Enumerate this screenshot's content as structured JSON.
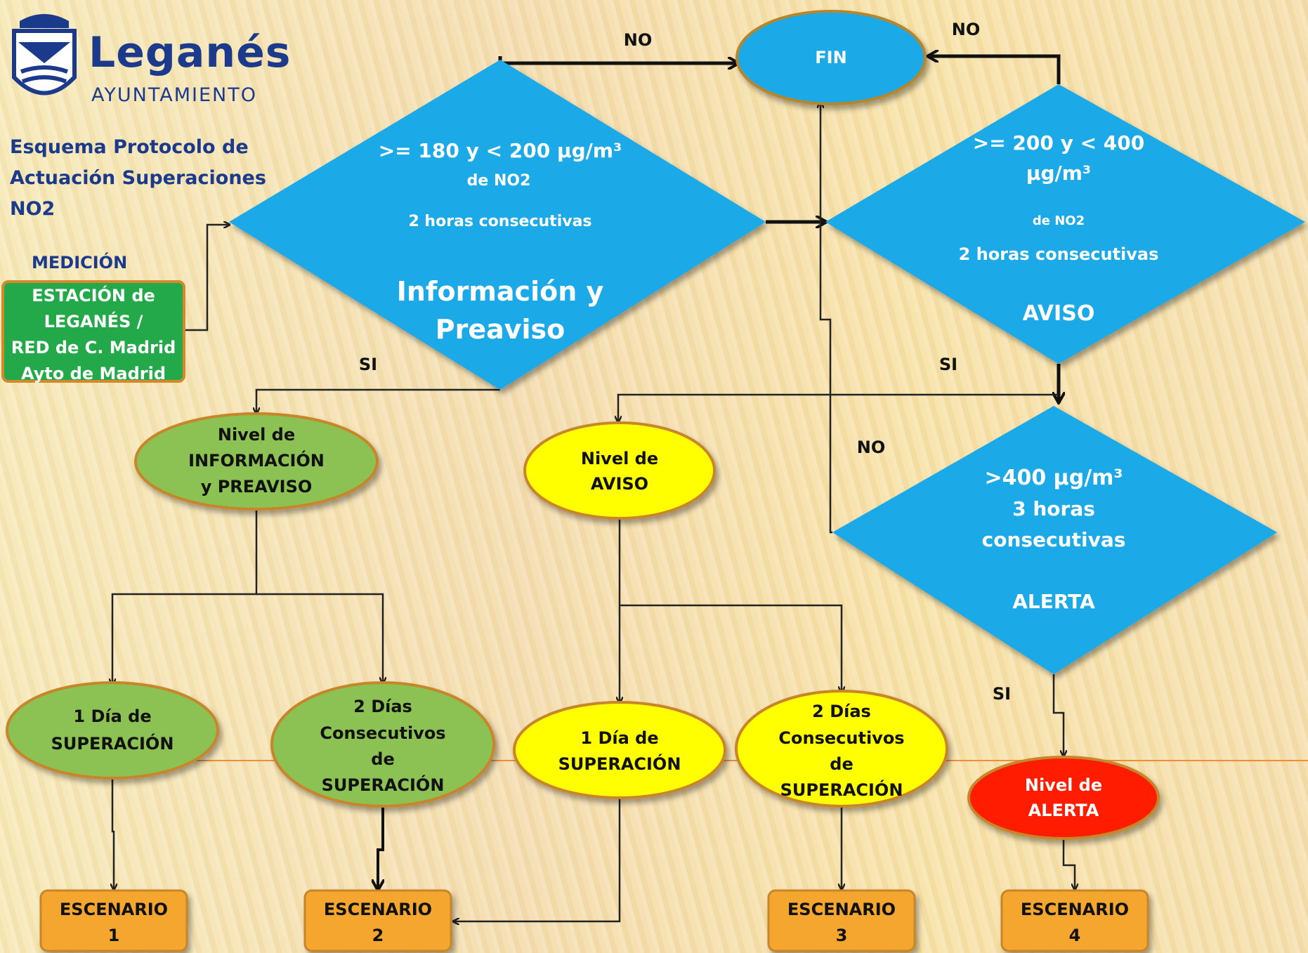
{
  "logo": {
    "name": "Leganés",
    "subtitle": "AYUNTAMIENTO"
  },
  "title": [
    "Esquema Protocolo de",
    "Actuación Superaciones",
    " NO2"
  ],
  "measurement": {
    "label": "MEDICIÓN",
    "station_lines": [
      "ESTACIÓN de",
      "LEGANÉS /",
      "RED de C. Madrid",
      "Ayto de Madrid"
    ]
  },
  "decisions": {
    "d1": {
      "lines": [
        ">= 180 y < 200 µg/m³",
        "de NO2",
        "2 horas consecutivas",
        "Información y",
        "Preaviso"
      ]
    },
    "d2": {
      "lines": [
        ">= 200 y < 400",
        "µg/m³",
        "de NO2",
        "2 horas consecutivas",
        "AVISO"
      ]
    },
    "d3": {
      "lines": [
        ">400 µg/m³",
        "3 horas",
        "consecutivas",
        "ALERTA"
      ]
    }
  },
  "end_node": "FIN",
  "edge_labels": {
    "no1": "NO",
    "no2": "NO",
    "no3": "NO",
    "si1": "SI",
    "si2": "SI",
    "si3": "SI"
  },
  "levels": {
    "info": [
      "Nivel de",
      "INFORMACIÓN",
      "y PREAVISO"
    ],
    "aviso": [
      "Nivel de",
      "AVISO"
    ],
    "alerta": [
      "Nivel de",
      "ALERTA"
    ]
  },
  "days": {
    "g1": [
      "1 Día de",
      "SUPERACIÓN"
    ],
    "g2": [
      "2  Días",
      "Consecutivos",
      "de",
      "SUPERACIÓN"
    ],
    "y1": [
      "1 Día de",
      "SUPERACIÓN"
    ],
    "y2": [
      "2  Días",
      "Consecutivos",
      "de",
      "SUPERACIÓN"
    ]
  },
  "scenarios": [
    [
      "ESCENARIO",
      "1"
    ],
    [
      "ESCENARIO",
      "2"
    ],
    [
      "ESCENARIO",
      "3"
    ],
    [
      "ESCENARIO",
      "4"
    ]
  ],
  "colors": {
    "decision": "#1ea9e8",
    "end": "#1ea9e8",
    "green": "#8cc152",
    "yellow": "#ffff00",
    "red": "#ff1a00",
    "scenario": "#f4a62d",
    "border": "#c8862a",
    "text_blue": "#1b3a8c"
  }
}
